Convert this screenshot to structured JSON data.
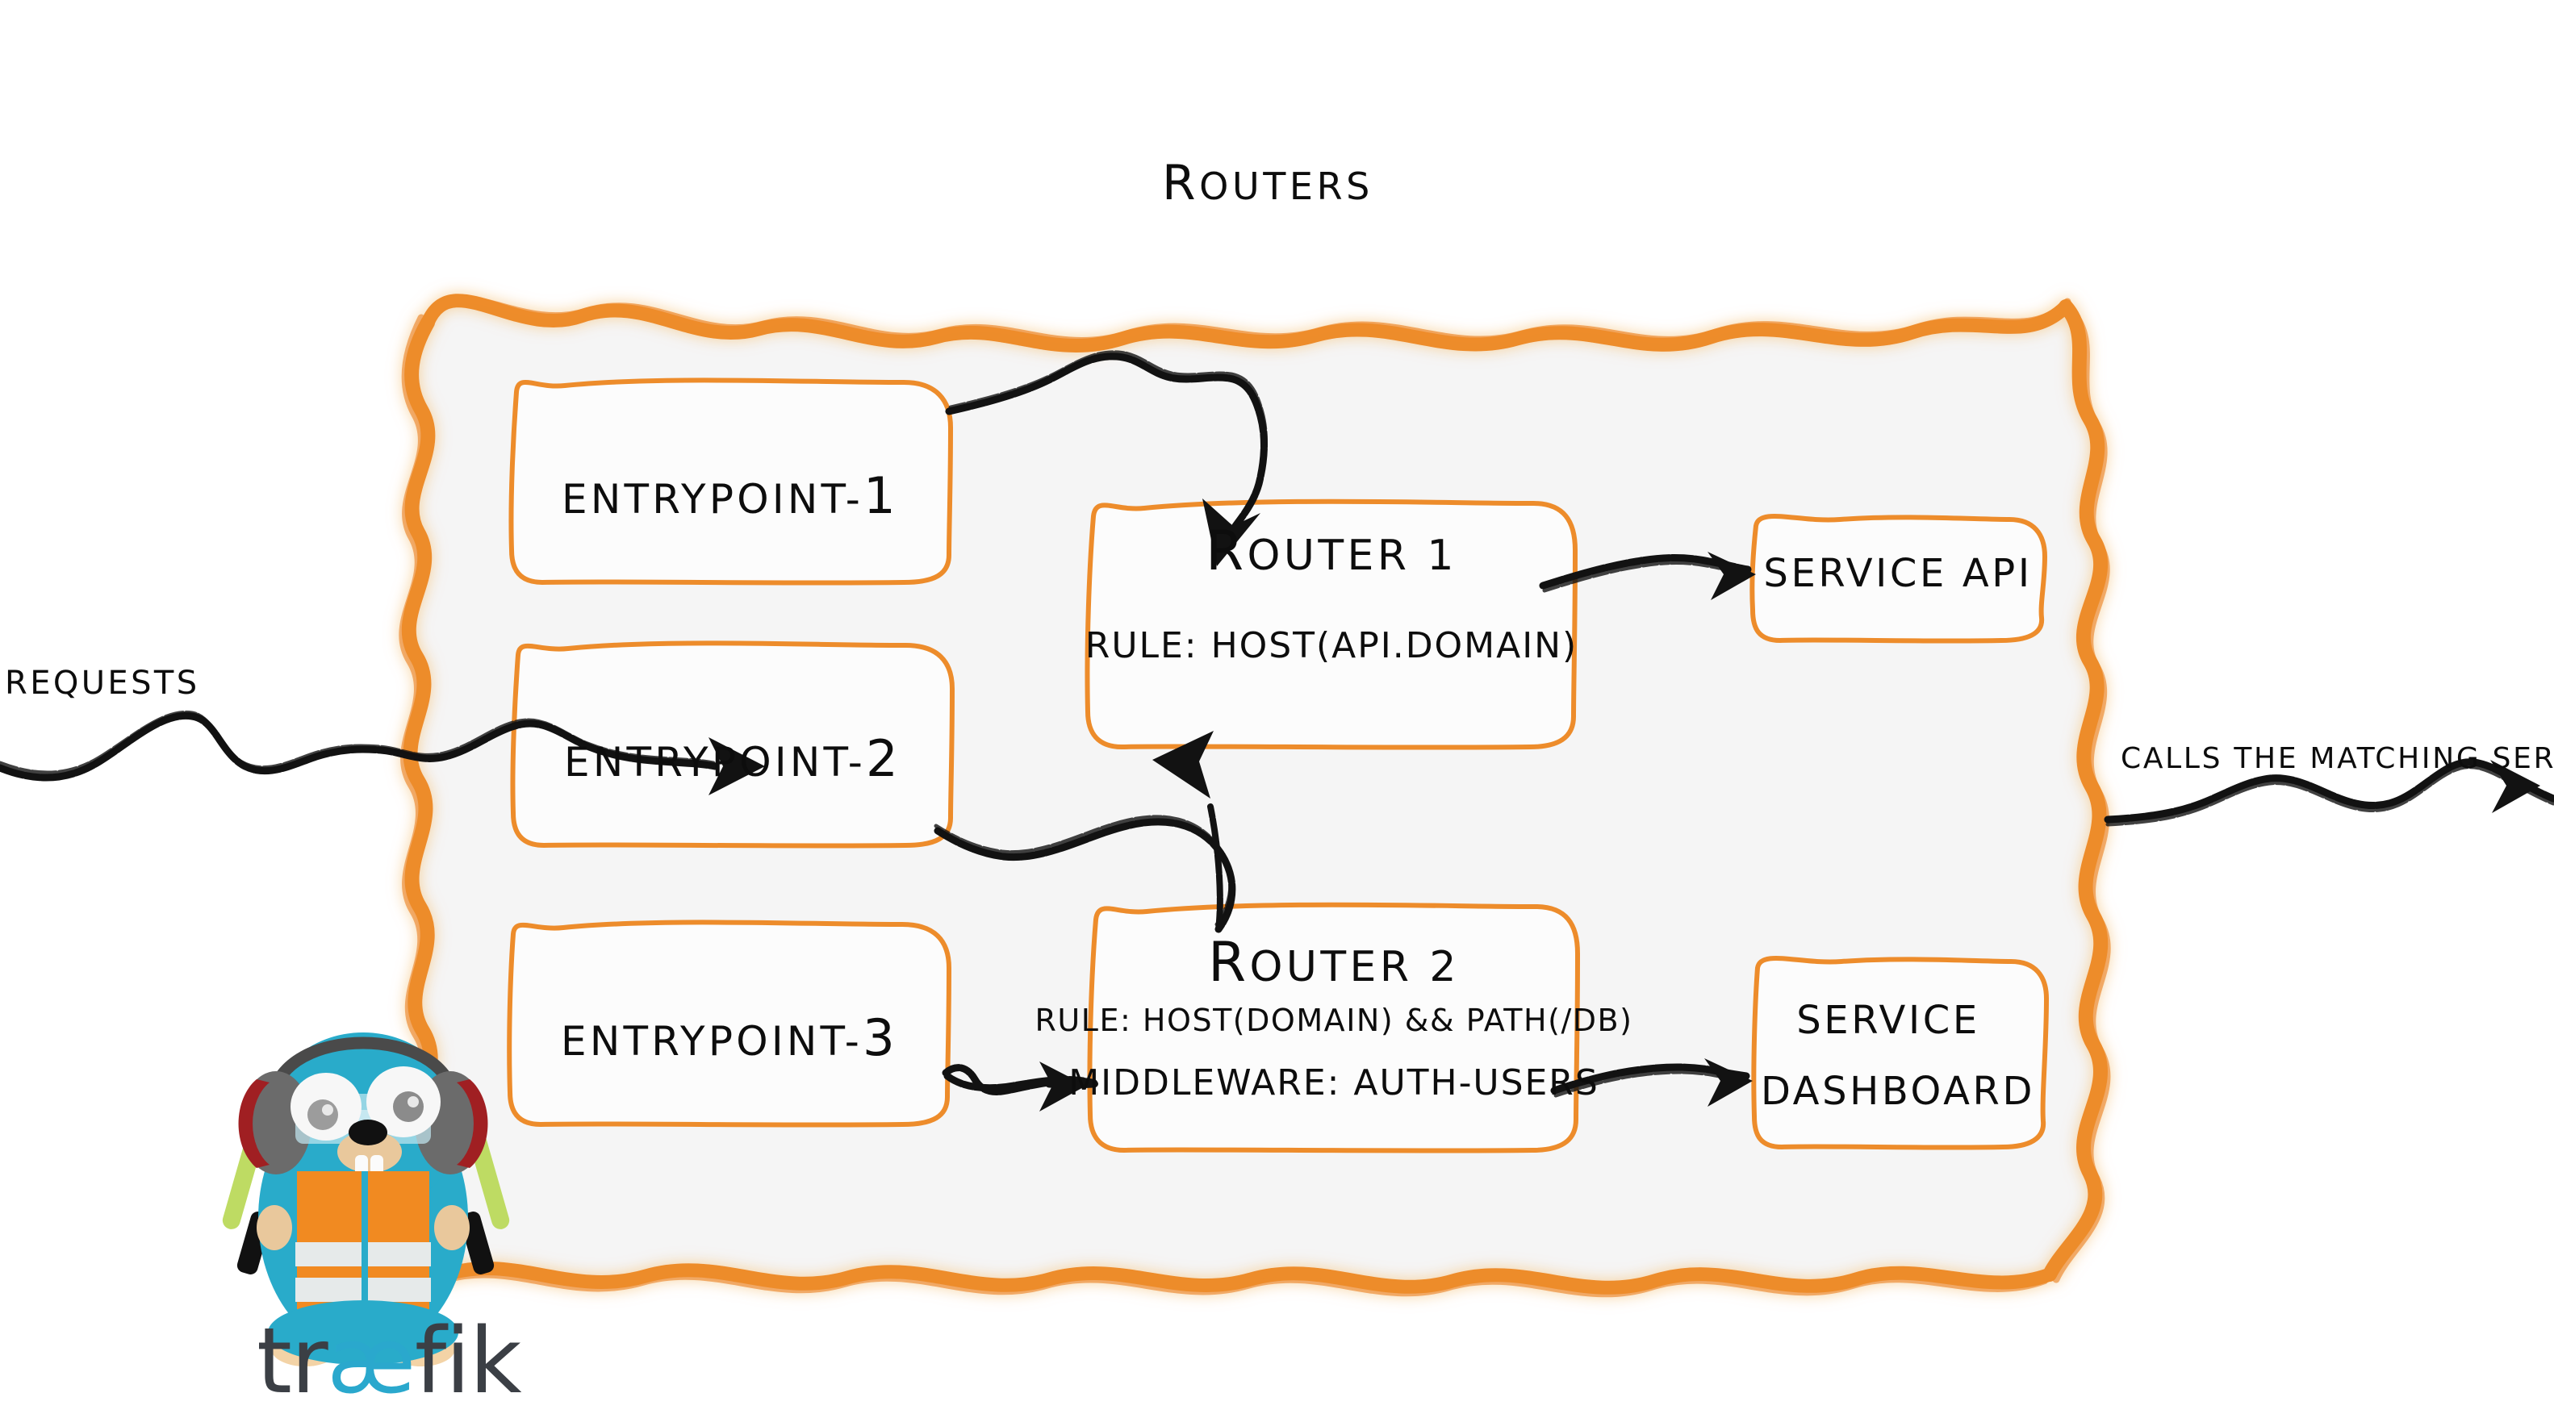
{
  "diagram": {
    "title": "Routers",
    "colors": {
      "accent_orange": "#ED8C2B",
      "panel_fill": "#F5F5F5",
      "ink": "#101010",
      "gopher_blue": "#29ABCA",
      "vest_orange": "#F18A21",
      "wand_green": "#BEDB63"
    }
  },
  "inbound": {
    "label": "Requests",
    "arrow": "wavy-arrow-right-icon"
  },
  "outbound": {
    "label": "Calls the matching server",
    "arrow": "wavy-arrow-right-icon"
  },
  "entrypoints": [
    {
      "label": "entrypoint-",
      "number": "1"
    },
    {
      "label": "entrypoint-",
      "number": "2"
    },
    {
      "label": "entrypoint-",
      "number": "3"
    }
  ],
  "routers": [
    {
      "title": "Router 1",
      "rule_prefix": "rule: ",
      "rule": "Host(api.domain)",
      "middleware_prefix": "",
      "middleware": ""
    },
    {
      "title": "Router 2",
      "rule_prefix": "rule: ",
      "rule": "Host(domain) && Path(/db)",
      "middleware_prefix": "Middleware: ",
      "middleware": "auth-users"
    }
  ],
  "services": [
    {
      "line1": "Service API",
      "line2": ""
    },
    {
      "line1": "Service",
      "line2": "Dashboard"
    }
  ],
  "brand": {
    "word_1": "tr",
    "word_ae": "æ",
    "word_2": "fik",
    "mascot": "traefik-gopher-mascot"
  }
}
